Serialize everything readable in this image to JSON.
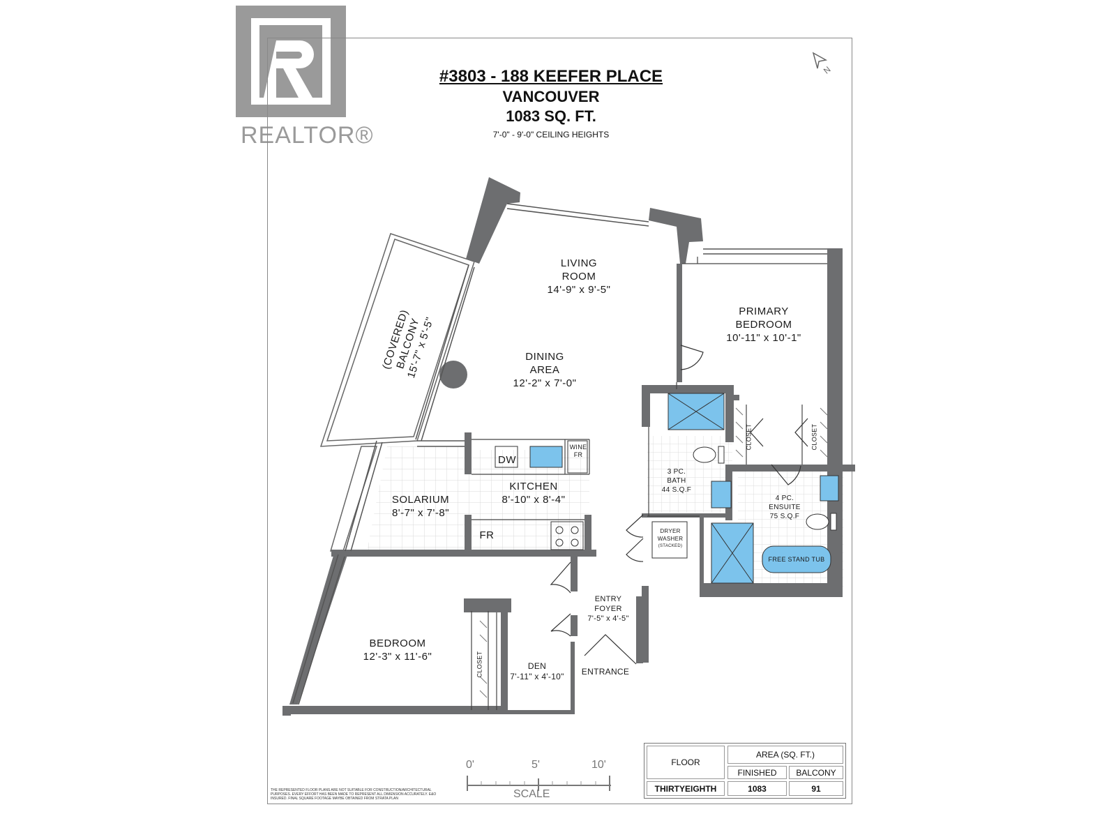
{
  "logo": {
    "text": "REALTOR®",
    "icon": "realtor-r-icon"
  },
  "title": {
    "address": "#3803 - 188 KEEFER PLACE",
    "city": "VANCOUVER",
    "area": "1083 SQ. FT.",
    "ceiling": "7'-0\" - 9'-0\" CEILING HEIGHTS"
  },
  "rooms": {
    "living": {
      "name1": "LIVING",
      "name2": "ROOM",
      "dims": "14'-9\" x 9'-5\""
    },
    "dining": {
      "name1": "DINING",
      "name2": "AREA",
      "dims": "12'-2\" x 7'-0\""
    },
    "primary": {
      "name1": "PRIMARY",
      "name2": "BEDROOM",
      "dims": "10'-11\" x 10'-1\""
    },
    "balcony": {
      "name1": "(COVERED)",
      "name2": "BALCONY",
      "dims": "15'-7\" x 5'-5\""
    },
    "solarium": {
      "name": "SOLARIUM",
      "dims": "8'-7\" x 7'-8\""
    },
    "kitchen": {
      "name": "KITCHEN",
      "dims": "8'-10\" x 8'-4\""
    },
    "bath3": {
      "name1": "3 PC.",
      "name2": "BATH",
      "area": "44 S.Q.F"
    },
    "ensuite": {
      "name1": "4 PC.",
      "name2": "ENSUITE",
      "area": "75 S.Q.F"
    },
    "bedroom": {
      "name": "BEDROOM",
      "dims": "12'-3\" x 11'-6\""
    },
    "den": {
      "name": "DEN",
      "dims": "7'-11\" x 4'-10\""
    },
    "foyer": {
      "name1": "ENTRY",
      "name2": "FOYER",
      "dims": "7'-5\" x 4'-5\""
    }
  },
  "fixtures": {
    "dw": "DW",
    "wine1": "WINE",
    "wine2": "FR",
    "fridge": "FR",
    "closet": "CLOSET",
    "dryer": "DRYER",
    "washer": "WASHER",
    "stacked": "(STACKED)",
    "tub": "FREE STAND TUB",
    "entrance": "ENTRANCE"
  },
  "scale": {
    "labels": [
      "0'",
      "5'",
      "10'"
    ],
    "caption": "SCALE"
  },
  "area_table": {
    "floor_header": "FLOOR",
    "area_header": "AREA (SQ. FT.)",
    "finished_header": "FINISHED",
    "balcony_header": "BALCONY",
    "floor": "THIRTYEIGHTH",
    "finished": "1083",
    "balcony": "91"
  },
  "disclaimer": "THE REPRESENTED FLOOR PLANS ARE NOT SUITABLE FOR CONSTRUCTION/ARCHITECTURAL PURPOSES. EVERY EFFORT HAS BEEN MADE TO REPRESENT ALL DIMENSION ACCURATELY. E&O INSURED. FINAL SQUARE FOOTAGE MAYBE OBTAINED FROM STRATA PLAN",
  "colors": {
    "wall": "#6d6e70",
    "water": "#7cc3ec",
    "logo": "#9a9a9a"
  }
}
